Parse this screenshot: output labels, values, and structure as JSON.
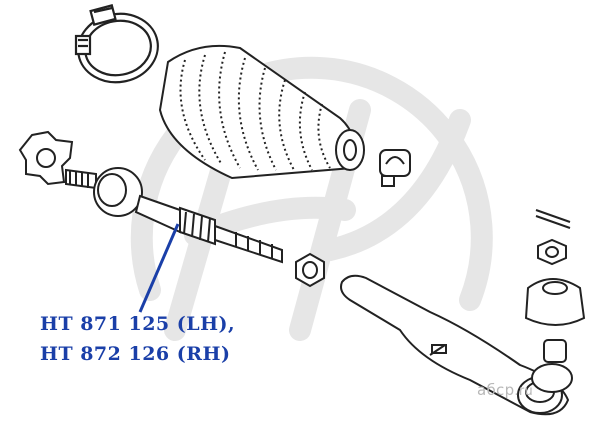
{
  "labels": {
    "part_lh": "HT 871 125 (LH),",
    "part_rh": "HT 872 126 (RH)"
  },
  "watermark": {
    "text_main": "абср",
    "text_suffix": ".ru"
  },
  "colors": {
    "label": "#1a3fa8",
    "leader": "#1a3fa8",
    "ink": "#222222",
    "logo_watermark": "#e4e4e4",
    "text_watermark": "#b8b8b8"
  }
}
